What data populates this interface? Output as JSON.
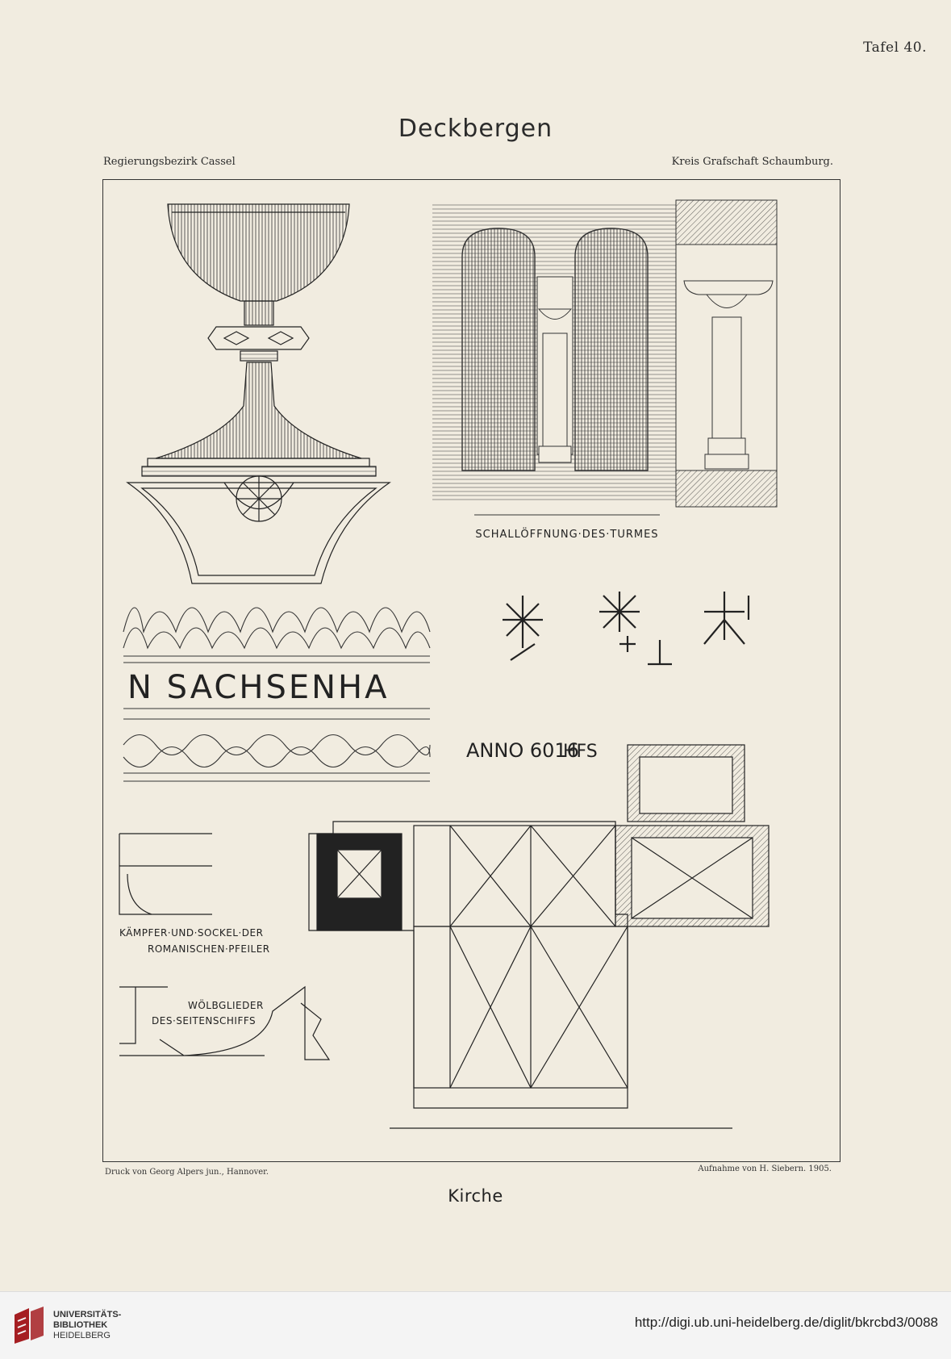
{
  "plate": {
    "number": "Tafel 40.",
    "title": "Deckbergen",
    "region_left": "Regierungsbezirk Cassel",
    "region_right": "Kreis Grafschaft Schaumburg.",
    "printer": "Druck von Georg Alpers jun., Hannover.",
    "credit": "Aufnahme von H. Siebern.   1905.",
    "caption": "Kirche"
  },
  "drawings": {
    "sound_opening_label": "SCHALLÖFFNUNG·DES·TURMES",
    "inscription": "N SACHSENHA",
    "anno": "ANNO 6016",
    "anno_mark": "HFS",
    "profile_label_1": "KÄMPFER·UND·SOCKEL·DER",
    "profile_label_2": "ROMANISCHEN·PFEILER",
    "vault_label_1": "WÖLBGLIEDER",
    "vault_label_2": "DES·SEITENSCHIFFS"
  },
  "footer": {
    "library_line1": "UNIVERSITÄTS-",
    "library_line2": "BIBLIOTHEK",
    "library_line3": "HEIDELBERG",
    "url": "http://digi.ub.uni-heidelberg.de/diglit/bkrcbd3/0088",
    "brand_color": "#a51e22"
  }
}
